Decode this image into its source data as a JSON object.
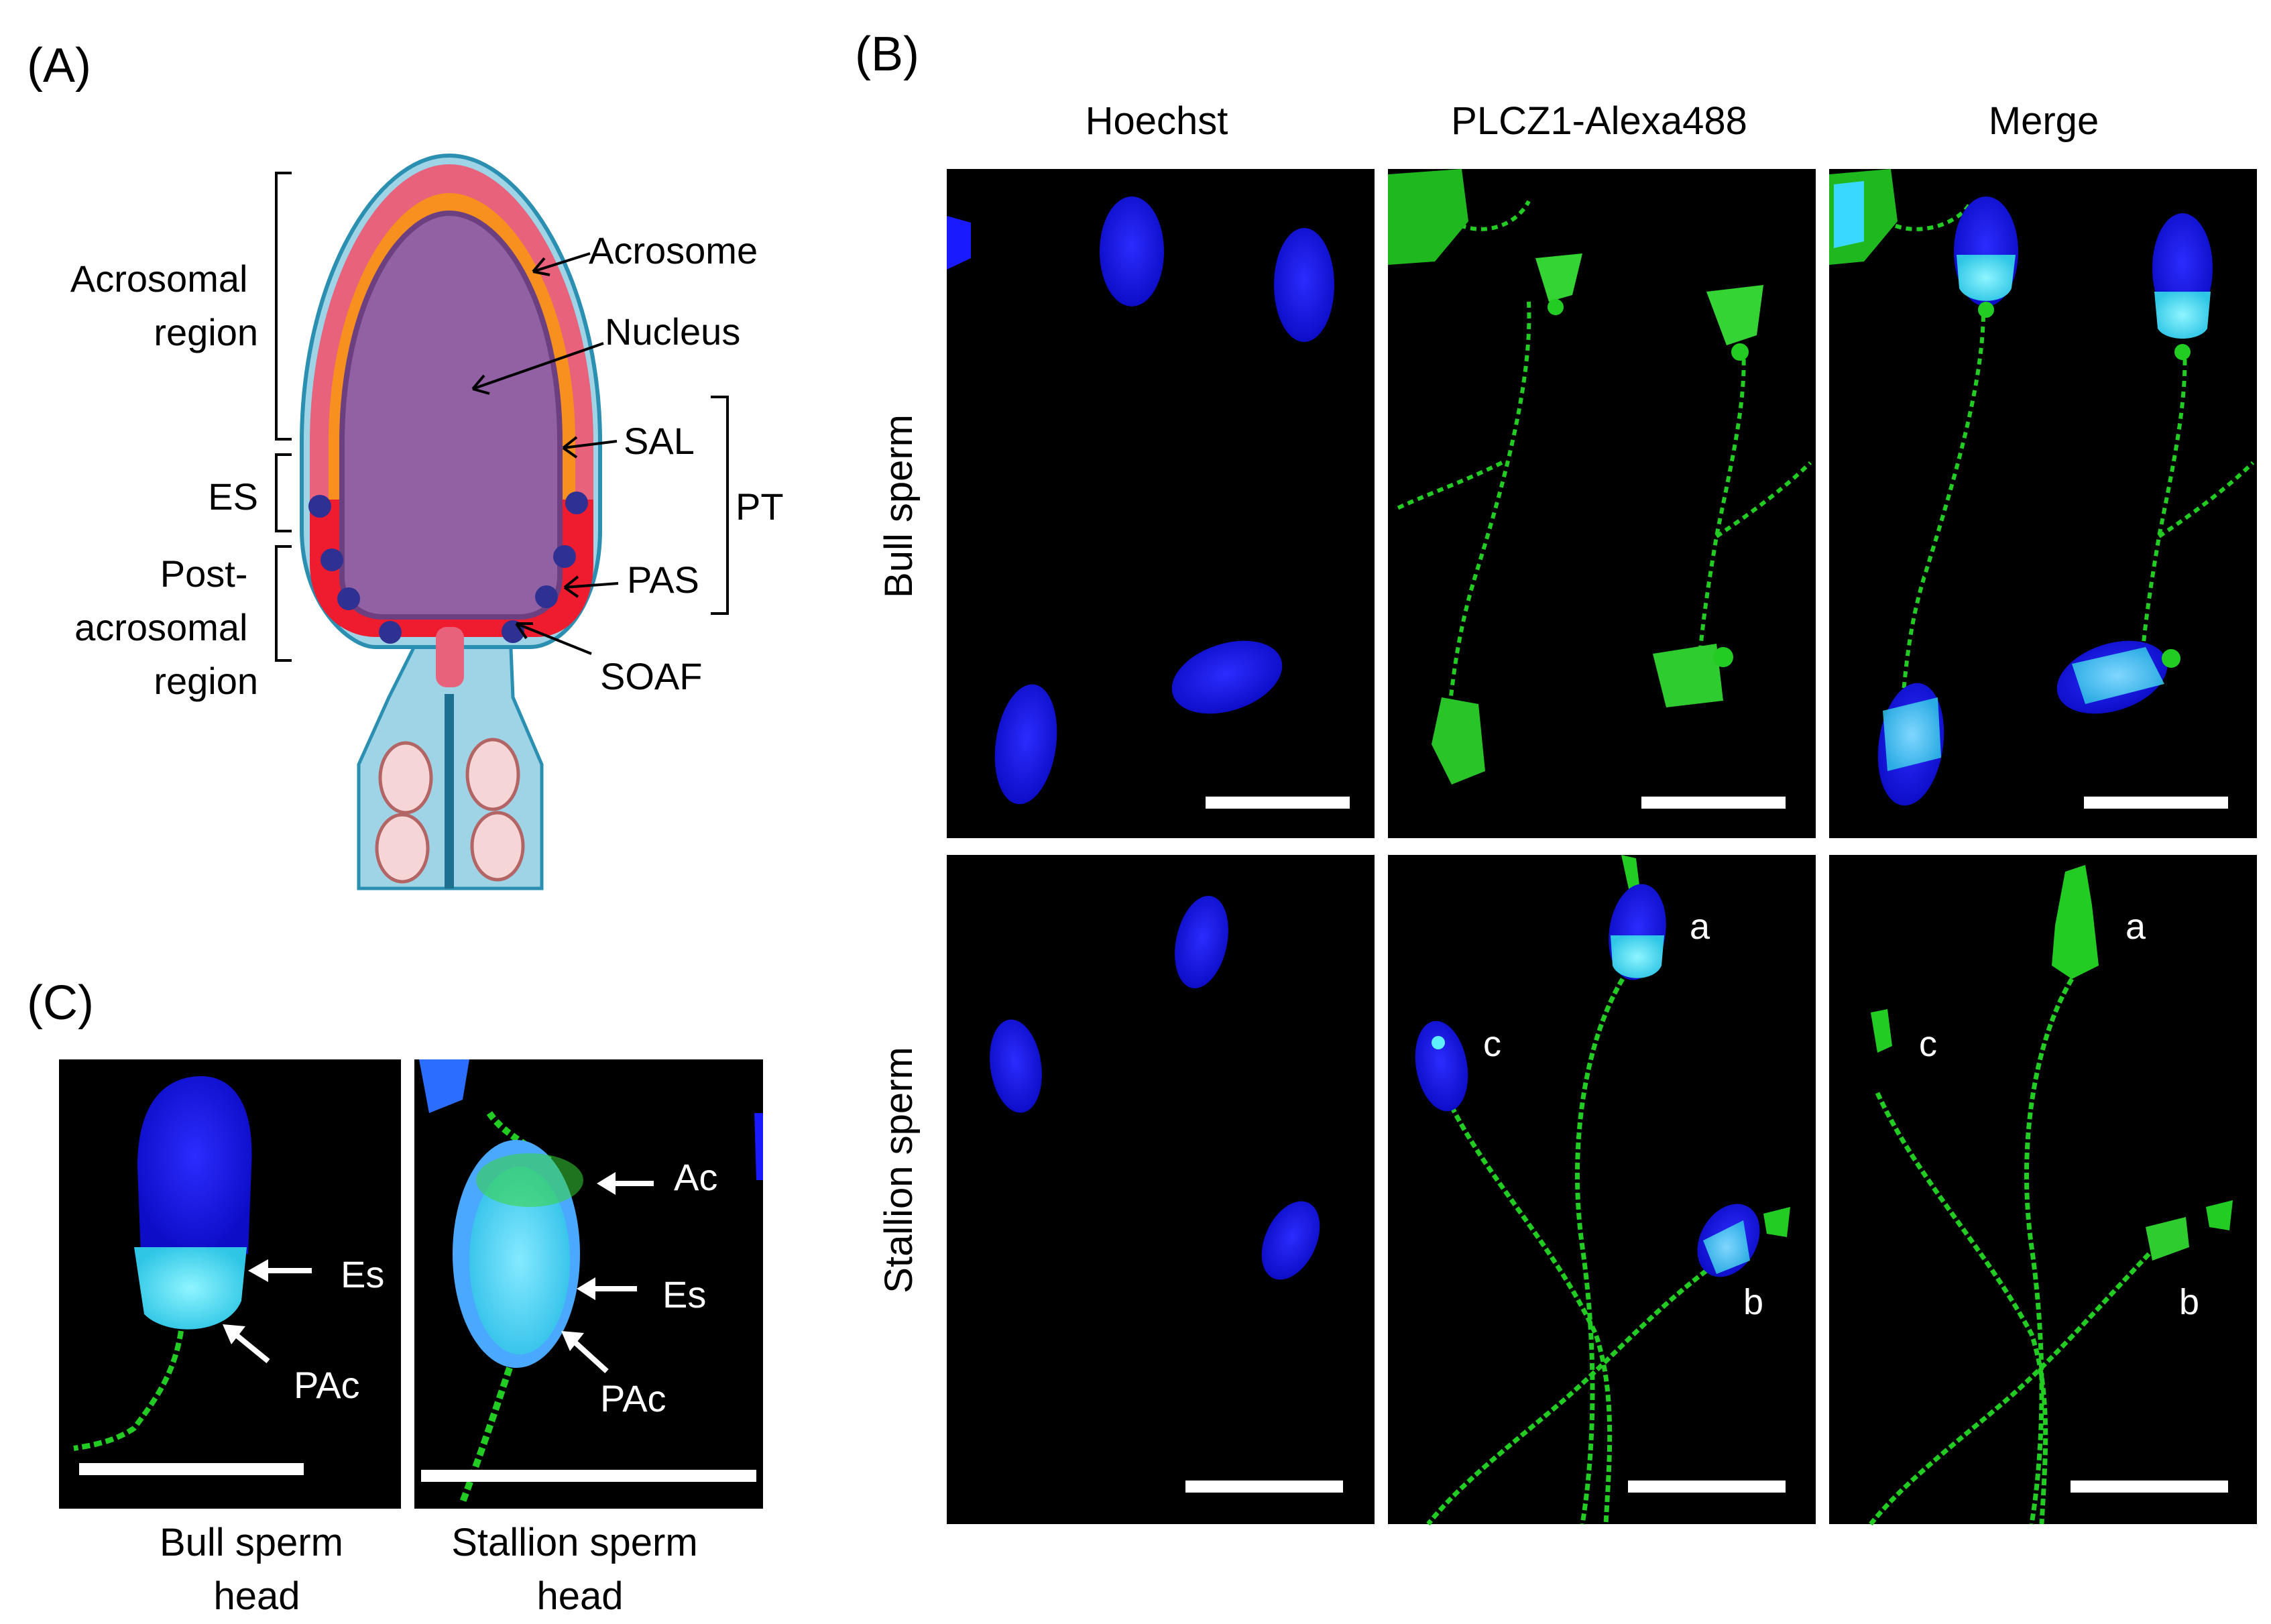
{
  "panels": {
    "a": "(A)",
    "b": "(B)",
    "c": "(C)"
  },
  "diagram": {
    "acrosome": "Acrosome",
    "nucleus": "Nucleus",
    "sal": "SAL",
    "pas": "PAS",
    "soaf": "SOAF",
    "pt": "PT",
    "acrosomal_region": [
      "Acrosomal",
      "region"
    ],
    "es": "ES",
    "post_acrosomal_region": [
      "Post-",
      "acrosomal",
      "region"
    ]
  },
  "columns": [
    "Hoechst",
    "PLCZ1-Alexa488",
    "Merge"
  ],
  "rows": [
    "Bull sperm",
    "Stallion sperm"
  ],
  "sperm_labels": {
    "a": "a",
    "b": "b",
    "c": "c"
  },
  "zoom": {
    "ac": "Ac",
    "es": "Es",
    "pac": "PAc",
    "captions": [
      [
        "Bull sperm",
        "head"
      ],
      [
        "Stallion sperm",
        "head"
      ]
    ]
  },
  "colors": {
    "acrosome_outer": "#e8627c",
    "acrosome_inner": "#f7901e",
    "nucleus": "#9161a3",
    "postacrosomal": "#ee1c2e",
    "soaf_dots": "#2e3192",
    "tail": "#9fd3e6",
    "hoechst": "#1a1aff",
    "plcz1": "#22cc22"
  }
}
